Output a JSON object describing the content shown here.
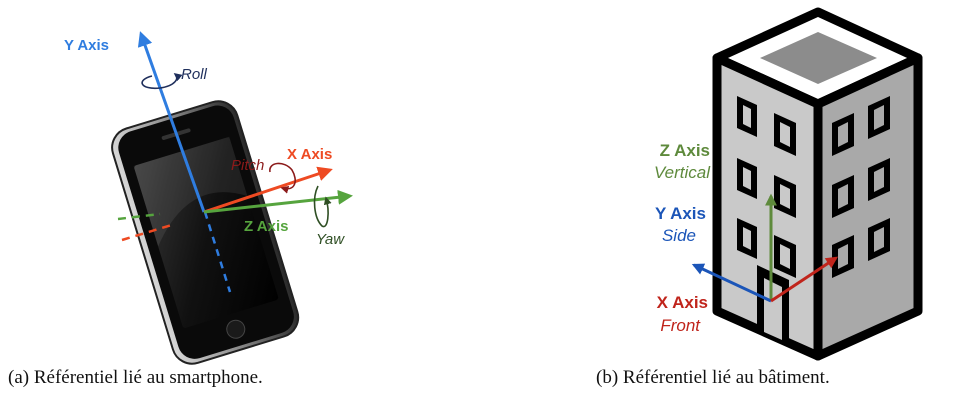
{
  "figure_a": {
    "y_axis": "Y Axis",
    "roll": "Roll",
    "pitch": "Pitch",
    "x_axis": "X Axis",
    "z_axis": "Z Axis",
    "yaw": "Yaw",
    "caption": "(a) Référentiel lié au smartphone."
  },
  "figure_b": {
    "z_axis": "Z Axis",
    "z_desc": "Vertical",
    "y_axis": "Y Axis",
    "y_desc": "Side",
    "x_axis": "X Axis",
    "x_desc": "Front",
    "caption": "(b) Référentiel lié au bâtiment."
  },
  "colors": {
    "y_axis_a": "#2f7de0",
    "x_axis_a": "#ee4a22",
    "z_axis_a": "#56a43e",
    "roll_arrow": "#1f2f5c",
    "pitch_arrow": "#8b1a1a",
    "yaw_arrow": "#2f4f24",
    "z_axis_b": "#5e8a3c",
    "y_axis_b": "#1b55b8",
    "x_axis_b": "#c0241b"
  }
}
